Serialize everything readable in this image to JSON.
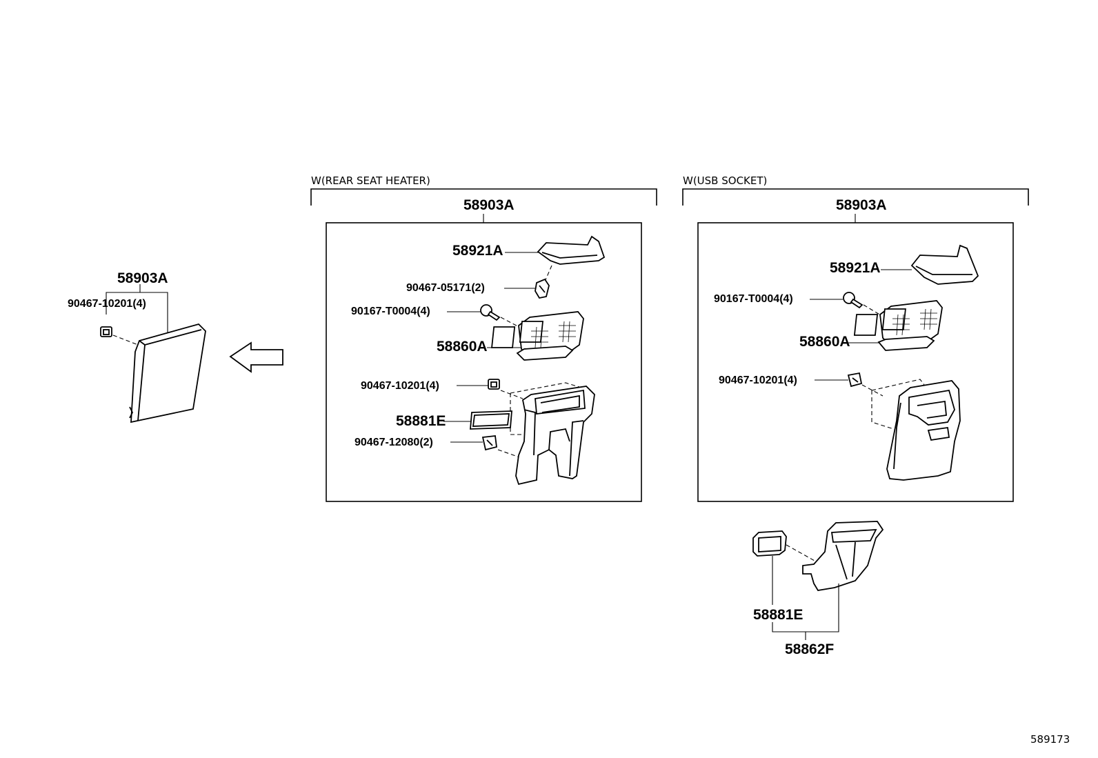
{
  "left_assembly": {
    "callout_main": "58903A",
    "callout_clip": "90467-10201(4)"
  },
  "rear_seat_heater": {
    "heading": "W(REAR SEAT HEATER)",
    "callout_assembly": "58903A",
    "callouts": {
      "handle": "58921A",
      "clip_small": "90467-05171(2)",
      "screw": "90167-T0004(4)",
      "vent": "58860A",
      "clip_mid": "90467-10201(4)",
      "panel_insert": "58881E",
      "clip_low": "90467-12080(2)"
    }
  },
  "usb_socket": {
    "heading": "W(USB SOCKET)",
    "callout_assembly": "58903A",
    "callouts": {
      "handle": "58921A",
      "screw": "90167-T0004(4)",
      "vent": "58860A",
      "clip_mid": "90467-10201(4)"
    }
  },
  "usb_parts": {
    "callout_insert": "58881E",
    "callout_duct": "58862F"
  },
  "reference_number": "589173"
}
